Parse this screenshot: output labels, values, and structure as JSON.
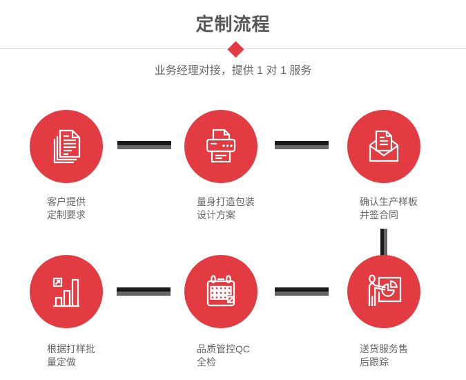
{
  "page": {
    "title": "定制流程",
    "subtitle": "业务经理对接，提供 1 对 1 服务"
  },
  "colors": {
    "accent_red": "#e23b41",
    "title_gray": "#575757",
    "label_gray": "#666666",
    "connector_black": "#1a1a1a",
    "connector_gray": "#666666",
    "divider_gray": "#dcdcdc",
    "icon_stroke": "#ffffff"
  },
  "steps": [
    {
      "icon": "documents-icon",
      "label_line1": "客户提供",
      "label_line2": "定制要求"
    },
    {
      "icon": "printer-icon",
      "label_line1": "量身打造包装",
      "label_line2": "设计方案"
    },
    {
      "icon": "envelope-letter-icon",
      "label_line1": "确认生产样板",
      "label_line2": "并签合同"
    },
    {
      "icon": "bar-chart-growth-icon",
      "label_line1": "根据打样批",
      "label_line2": "量定做"
    },
    {
      "icon": "calendar-icon",
      "label_line1": "品质管控QC",
      "label_line2": "全检"
    },
    {
      "icon": "presentation-icon",
      "label_line1": "送货服务售",
      "label_line2": "后跟踪"
    }
  ]
}
